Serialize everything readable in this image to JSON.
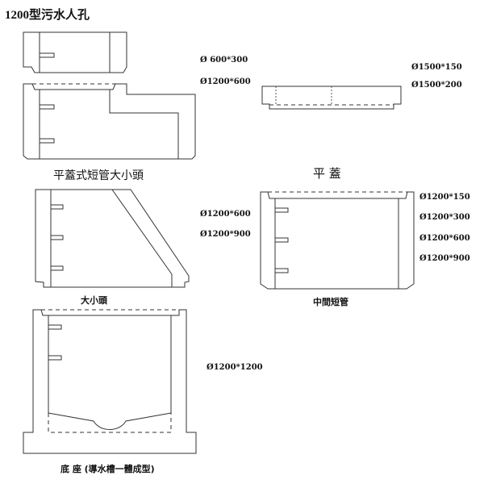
{
  "title": "1200型污水人孔",
  "sections": {
    "reducer_flat": {
      "caption": "平蓋式短管大小頭",
      "specs": [
        "Ø 600*300",
        "Ø1200*600"
      ]
    },
    "flat_cover": {
      "caption": "平 蓋",
      "specs": [
        "Ø1500*150",
        "Ø1500*200"
      ]
    },
    "reducer": {
      "caption": "大小頭",
      "specs": [
        "Ø1200*600",
        "Ø1200*900"
      ]
    },
    "middle_pipe": {
      "caption": "中間短管",
      "specs": [
        "Ø1200*150",
        "Ø1200*300",
        "Ø1200*600",
        "Ø1200*900"
      ]
    },
    "base": {
      "caption": "底 座 (導水槽一體成型)",
      "specs": [
        "Ø1200*1200"
      ]
    }
  }
}
